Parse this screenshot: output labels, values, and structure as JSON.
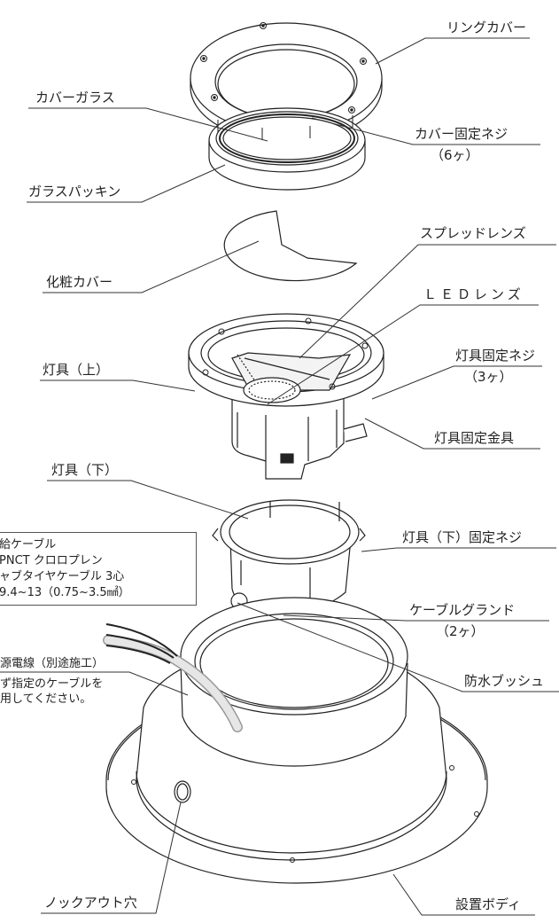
{
  "labels": {
    "ring_cover": "リングカバー",
    "cover_glass": "カバーガラス",
    "cover_screw": "カバー固定ネジ",
    "cover_screw_qty": "（6ヶ）",
    "glass_packing": "ガラスパッキン",
    "spread_lens": "スプレッドレンズ",
    "cosmetic_cover": "化粧カバー",
    "led_lens": "ＬＥＤレンズ",
    "fixture_upper": "灯具（上）",
    "fixture_screw": "灯具固定ネジ",
    "fixture_screw_qty": "（3ヶ）",
    "fixture_bracket": "灯具固定金具",
    "fixture_lower": "灯具（下）",
    "fixture_lower_screw": "灯具（下）固定ネジ",
    "cable_gland": "ケーブルグランド",
    "cable_gland_qty": "（2ヶ）",
    "waterproof_bush": "防水ブッシュ",
    "knockout_hole": "ノックアウト穴",
    "install_body": "設置ボディ"
  },
  "cable_note": {
    "line1": "給ケーブル",
    "line2": "PNCT クロロプレン",
    "line3": "ャブタイヤケーブル 3心",
    "line4": "9.4~13（0.75~3.5㎟）"
  },
  "power_note": {
    "line1": "源電線（別途施工）",
    "line2": "ず指定のケーブルを",
    "line3": "用してください。"
  }
}
